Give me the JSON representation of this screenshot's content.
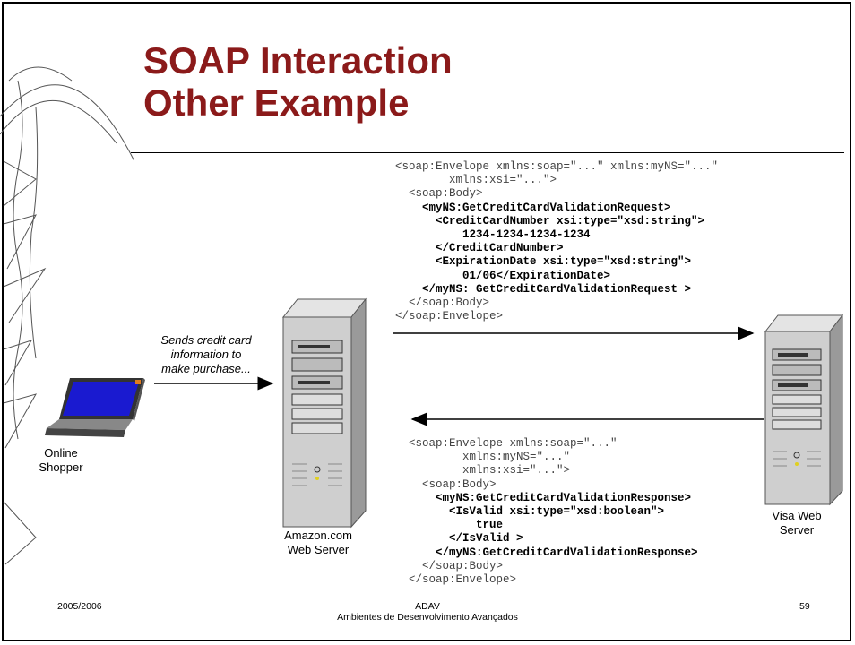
{
  "title": {
    "line1": "SOAP Interaction",
    "line2": "Other Example"
  },
  "request_xml": {
    "l1": "<soap:Envelope xmlns:soap=\"...\" xmlns:myNS=\"...\"",
    "l2": "        xmlns:xsi=\"...\">",
    "l3": "  <soap:Body>",
    "l4": "    <myNS:GetCreditCardValidationRequest>",
    "l5": "      <CreditCardNumber xsi:type=\"xsd:string\">",
    "l6": "          1234-1234-1234-1234",
    "l7": "      </CreditCardNumber>",
    "l8": "      <ExpirationDate xsi:type=\"xsd:string\">",
    "l9": "          01/06</ExpirationDate>",
    "l10": "    </myNS: GetCreditCardValidationRequest >",
    "l11": "  </soap:Body>",
    "l12": "</soap:Envelope>"
  },
  "response_xml": {
    "l1": "<soap:Envelope xmlns:soap=\"...\"",
    "l2": "        xmlns:myNS=\"...\"",
    "l3": "        xmlns:xsi=\"...\">",
    "l4": "  <soap:Body>",
    "l5": "    <myNS:GetCreditCardValidationResponse>",
    "l6": "      <IsValid xsi:type=\"xsd:boolean\">",
    "l7": "          true",
    "l8": "      </IsValid >",
    "l9": "    </myNS:GetCreditCardValidationResponse>",
    "l10": "  </soap:Body>",
    "l11": "</soap:Envelope>"
  },
  "labels": {
    "sends_1": "Sends credit card",
    "sends_2": "information to",
    "sends_3": "make purchase...",
    "shopper_1": "Online",
    "shopper_2": "Shopper",
    "amazon_1": "Amazon.com",
    "amazon_2": "Web Server",
    "visa_1": "Visa Web",
    "visa_2": "Server"
  },
  "footer": {
    "year": "2005/2006",
    "course_code": "ADAV",
    "course_name": "Ambientes de Desenvolvimento Avançados",
    "page": "59"
  },
  "colors": {
    "title": "#8b1a1a",
    "screen": "#1a1ad0"
  },
  "icons": [
    "laptop-icon",
    "server-tower-icon",
    "arc-decoration"
  ]
}
